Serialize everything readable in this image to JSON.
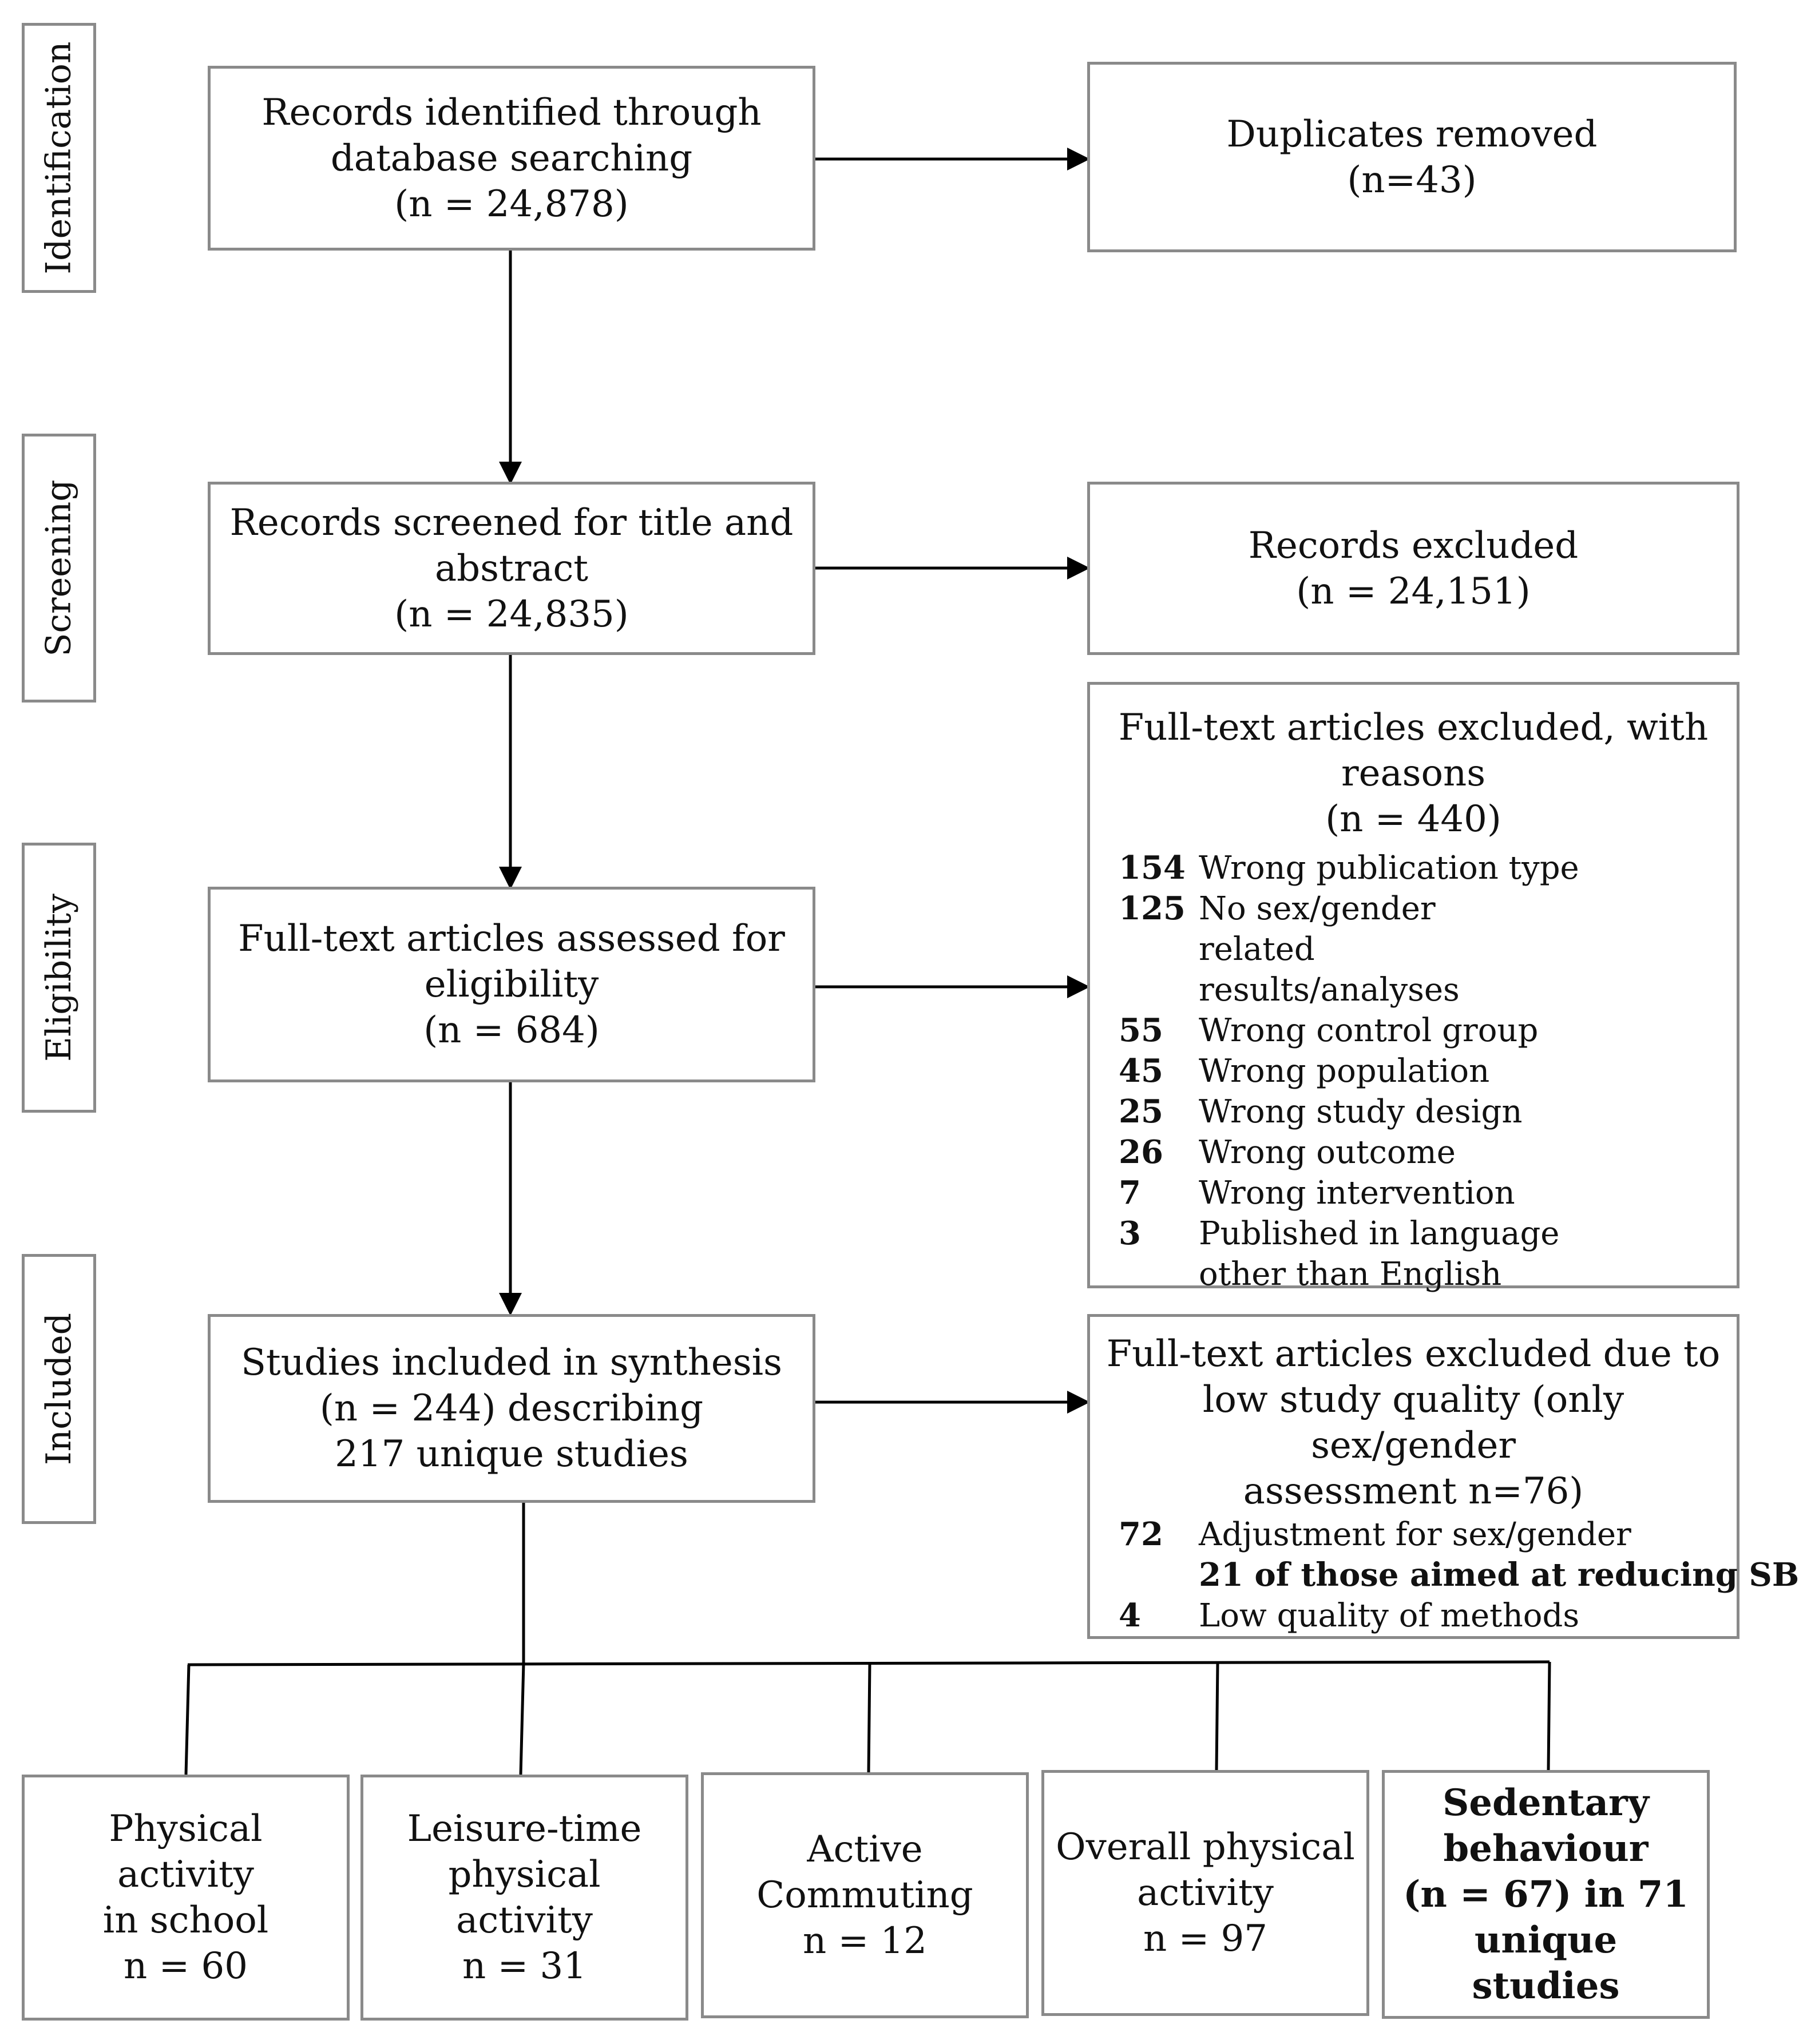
{
  "stages": {
    "identification": "Identification",
    "screening": "Screening",
    "eligibility": "Eligibility",
    "included": "Included"
  },
  "identified": {
    "line1": "Records identified through",
    "line2": "database searching",
    "line3": "(n = 24,878)"
  },
  "duplicates": {
    "line1": "Duplicates removed",
    "line2": "(n=43)"
  },
  "screened": {
    "line1": "Records screened for title and",
    "line2": "abstract",
    "line3": "(n = 24,835)"
  },
  "excluded": {
    "line1": "Records excluded",
    "line2": "(n = 24,151)"
  },
  "assessed": {
    "line1": "Full-text articles assessed for",
    "line2": "eligibility",
    "line3": "(n = 684)"
  },
  "fulltext_excluded": {
    "line1": "Full-text articles excluded, with",
    "line2": "reasons",
    "line3": "(n = 440)",
    "reasons": [
      {
        "count": "154",
        "text": "Wrong publication type"
      },
      {
        "count": "125",
        "text": "No sex/gender related results/analyses"
      },
      {
        "count": "55",
        "text": "Wrong control group"
      },
      {
        "count": "45",
        "text": "Wrong population"
      },
      {
        "count": "25",
        "text": "Wrong study design"
      },
      {
        "count": "26",
        "text": "Wrong outcome"
      },
      {
        "count": "7",
        "text": "Wrong intervention"
      },
      {
        "count": "3",
        "text": "Published in language other than English"
      }
    ]
  },
  "included_studies": {
    "line1": "Studies included in synthesis",
    "line2": "(n = 244) describing",
    "line3": "217 unique studies"
  },
  "quality_excluded": {
    "line1": "Full-text articles excluded due to",
    "line2": "low study quality (only sex/gender",
    "line3": "assessment n=76)",
    "reasons": [
      {
        "count": "72",
        "text": "Adjustment for sex/gender"
      },
      {
        "count": "",
        "text": "21 of those aimed at reducing SB",
        "bold": true
      },
      {
        "count": "4",
        "text": "Low quality of methods"
      }
    ]
  },
  "outcomes": [
    {
      "line1": "Physical activity",
      "line2": "in school",
      "line3": "n = 60"
    },
    {
      "line1": "Leisure-time",
      "line2": "physical activity",
      "line3": "n = 31"
    },
    {
      "line1": "Active",
      "line2": "Commuting",
      "line3": "n = 12"
    },
    {
      "line1": "Overall physical",
      "line2": "activity",
      "line3": "n = 97"
    },
    {
      "line1": "Sedentary",
      "line2": "behaviour",
      "line3": "(n = 67) in 71",
      "line4": "unique studies"
    }
  ]
}
